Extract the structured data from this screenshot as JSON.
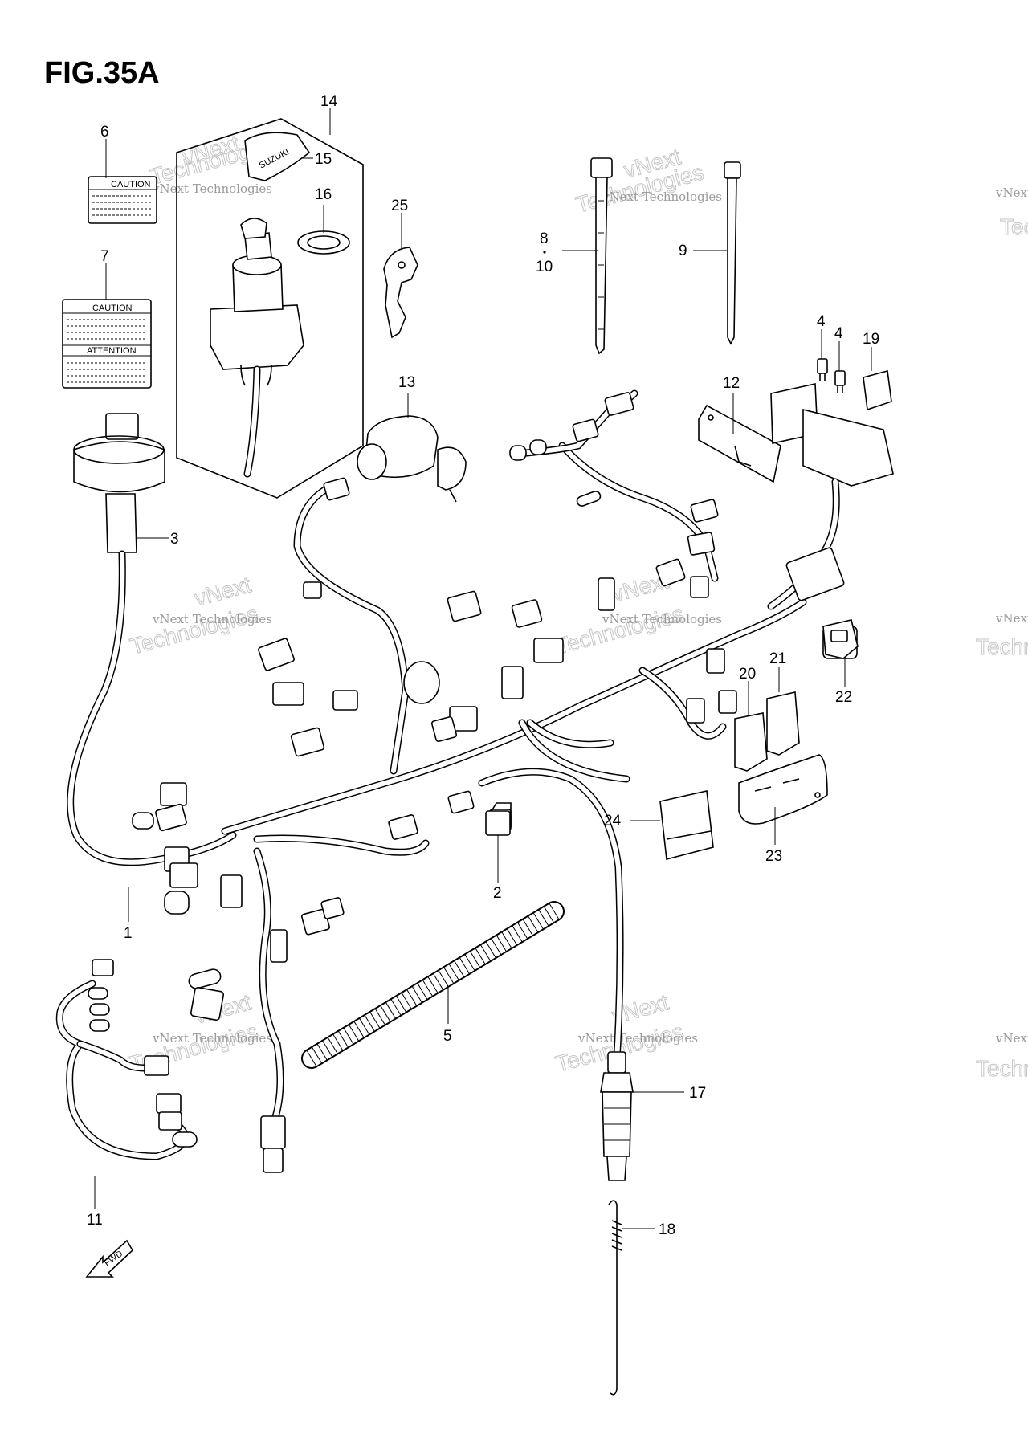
{
  "figure_title": "FIG.35A",
  "callouts": [
    "1",
    "2",
    "3",
    "4",
    "4",
    "5",
    "6",
    "7",
    "8",
    "9",
    "10",
    "11",
    "12",
    "13",
    "14",
    "15",
    "16",
    "17",
    "18",
    "19",
    "20",
    "21",
    "22",
    "23",
    "24",
    "25"
  ],
  "labels": {
    "caution": "CAUTION",
    "attention": "ATTENTION",
    "brand": "SUZUKI",
    "fwd": "FWD"
  },
  "watermark": {
    "line1": "vNext Technologies",
    "line2": "Technologies",
    "brand": "vNext"
  }
}
